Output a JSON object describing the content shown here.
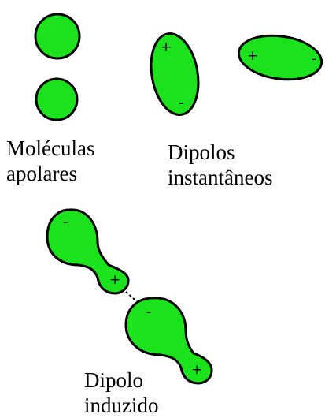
{
  "colors": {
    "molecule_fill": "#1be31b",
    "outline": "#000000",
    "background": "#ffffff"
  },
  "labels": {
    "apolares": {
      "line1": "Moléculas",
      "line2": "apolares"
    },
    "instantaneos": {
      "line1": "Dipolos",
      "line2": "instantâneos"
    },
    "induzido": {
      "line1": "Dipolo",
      "line2": "induzido"
    }
  },
  "signs": {
    "plus": "+",
    "minus": "-"
  }
}
